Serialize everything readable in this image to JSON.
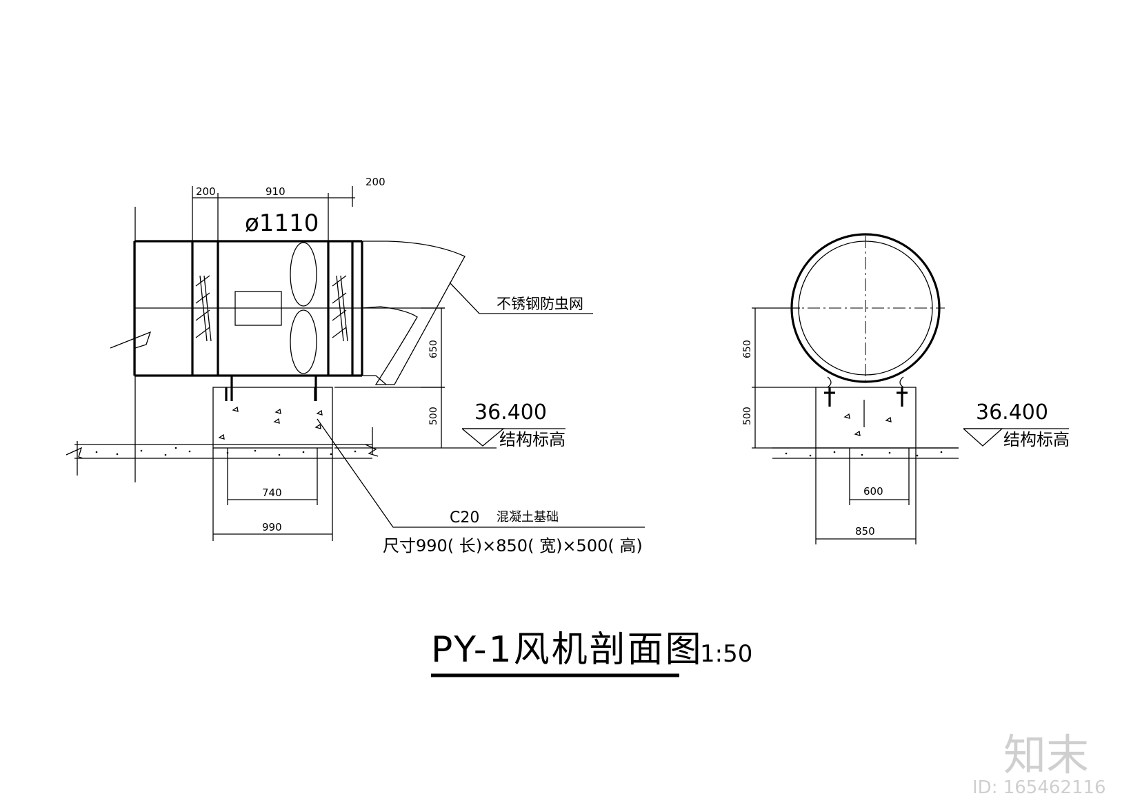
{
  "side_view": {
    "dim_top": [
      "200",
      "910",
      "200"
    ],
    "diameter": "ø1110",
    "screen_label": "不锈钢防虫网",
    "dim_height_upper": "650",
    "dim_height_lower": "500",
    "elevation_value": "36.400",
    "elevation_label": "结构标高",
    "dim_inner": "740",
    "dim_outer": "990",
    "foundation_grade": "C20",
    "foundation_material": "混凝土基础",
    "foundation_size": "尺寸990( 长)×850( 宽)×500( 高)"
  },
  "front_view": {
    "dim_height_upper": "650",
    "dim_height_lower": "500",
    "elevation_value": "36.400",
    "elevation_label": "结构标高",
    "dim_inner": "600",
    "dim_outer": "850"
  },
  "title": {
    "main": "PY-1风机剖面图",
    "scale": "1:50"
  },
  "watermark": {
    "brand": "知末",
    "id": "ID: 165462116"
  }
}
